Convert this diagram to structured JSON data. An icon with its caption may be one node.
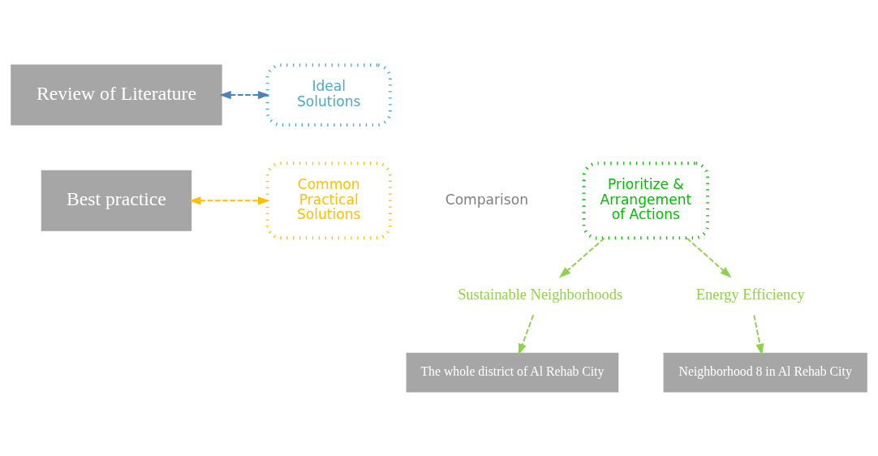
{
  "diagram": {
    "nodes": [
      {
        "text": [
          "Review of Literature"
        ]
      },
      {
        "text": [
          "Ideal Solutions"
        ]
      },
      {
        "text": [
          "Best practice"
        ]
      },
      {
        "text": [
          "Common Practical Solutions"
        ]
      },
      {
        "text": [
          "Prioritize & Arrangement of Actions"
        ]
      },
      {
        "text": [
          "Sustainable Neighborhoods"
        ]
      },
      {
        "text": [
          "Energy Efficiency"
        ]
      },
      {
        "text": [
          "The whole district of Al Rehab City"
        ]
      },
      {
        "text": [
          "Neighborhood 8 in Al Rehab City"
        ]
      }
    ],
    "edges": [
      {
        "from": 0,
        "to": 1,
        "arrow": "both",
        "style": "dashed",
        "color": "#4f81bd"
      },
      {
        "from": 2,
        "to": 3,
        "arrow": "both",
        "style": "dashed",
        "color": "#ffc000"
      },
      {
        "from": 4,
        "to": 5,
        "arrow": "to",
        "style": "dashed"
      },
      {
        "from": 4,
        "to": 6,
        "arrow": "to",
        "style": "dashed"
      },
      {
        "from": 5,
        "to": 7,
        "arrow": "to",
        "style": "dashed"
      },
      {
        "from": 6,
        "to": 8,
        "arrow": "to",
        "style": "dashed"
      }
    ],
    "labels": [
      "Comparison"
    ]
  }
}
